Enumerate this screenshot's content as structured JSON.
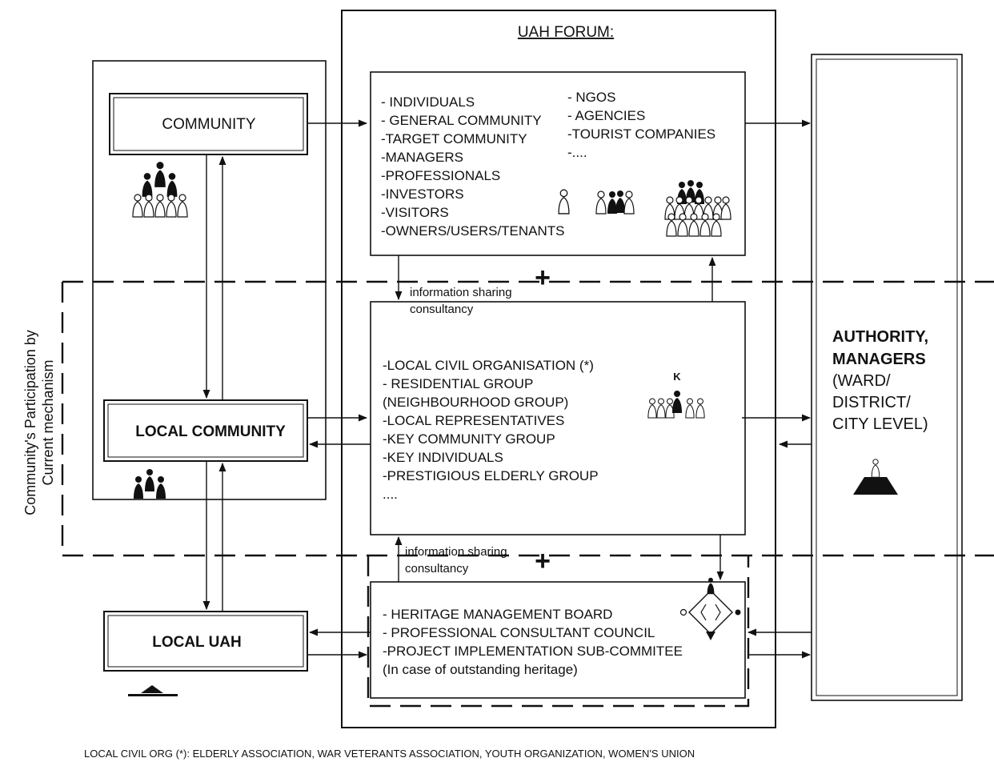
{
  "forum_title": "UAH FORUM:",
  "community": {
    "label": "COMMUNITY"
  },
  "local_community": {
    "label": "LOCAL COMMUNITY"
  },
  "local_uah": {
    "label": "LOCAL UAH"
  },
  "top_box": {
    "left_items": [
      "- INDIVIDUALS",
      "- GENERAL COMMUNITY",
      "-TARGET COMMUNITY",
      "-MANAGERS",
      "-PROFESSIONALS",
      "-INVESTORS",
      "-VISITORS",
      "-OWNERS/USERS/TENANTS"
    ],
    "right_items": [
      "- NGOS",
      "- AGENCIES",
      "-TOURIST COMPANIES",
      "-...."
    ]
  },
  "info_sharing_1": {
    "line1": "information sharing",
    "line2": "consultancy"
  },
  "info_sharing_2": {
    "line1": "information sharing",
    "line2": "consultancy"
  },
  "middle_box": {
    "items": [
      "-LOCAL CIVIL ORGANISATION (*)",
      "- RESIDENTIAL GROUP",
      "(NEIGHBOURHOOD GROUP)",
      "-LOCAL REPRESENTATIVES",
      "-KEY COMMUNITY GROUP",
      "-KEY INDIVIDUALS",
      "-PRESTIGIOUS ELDERLY GROUP",
      "...."
    ],
    "key_marker": "K"
  },
  "bottom_box": {
    "items": [
      "- HERITAGE MANAGEMENT BOARD",
      "- PROFESSIONAL CONSULTANT COUNCIL",
      "-PROJECT IMPLEMENTATION SUB-COMMITEE",
      "(In case of outstanding heritage)"
    ]
  },
  "authority": {
    "line1": "AUTHORITY,",
    "line2": "MANAGERS",
    "line3": "(WARD/",
    "line4": "DISTRICT/",
    "line5": "CITY LEVEL)"
  },
  "side_label": {
    "line1": "Community's Participation by",
    "line2": "Current mechanism"
  },
  "plus_sign": "+",
  "footnote": "LOCAL CIVIL ORG (*): ELDERLY ASSOCIATION, WAR VETERANTS ASSOCIATION, YOUTH ORGANIZATION, WOMEN'S UNION"
}
